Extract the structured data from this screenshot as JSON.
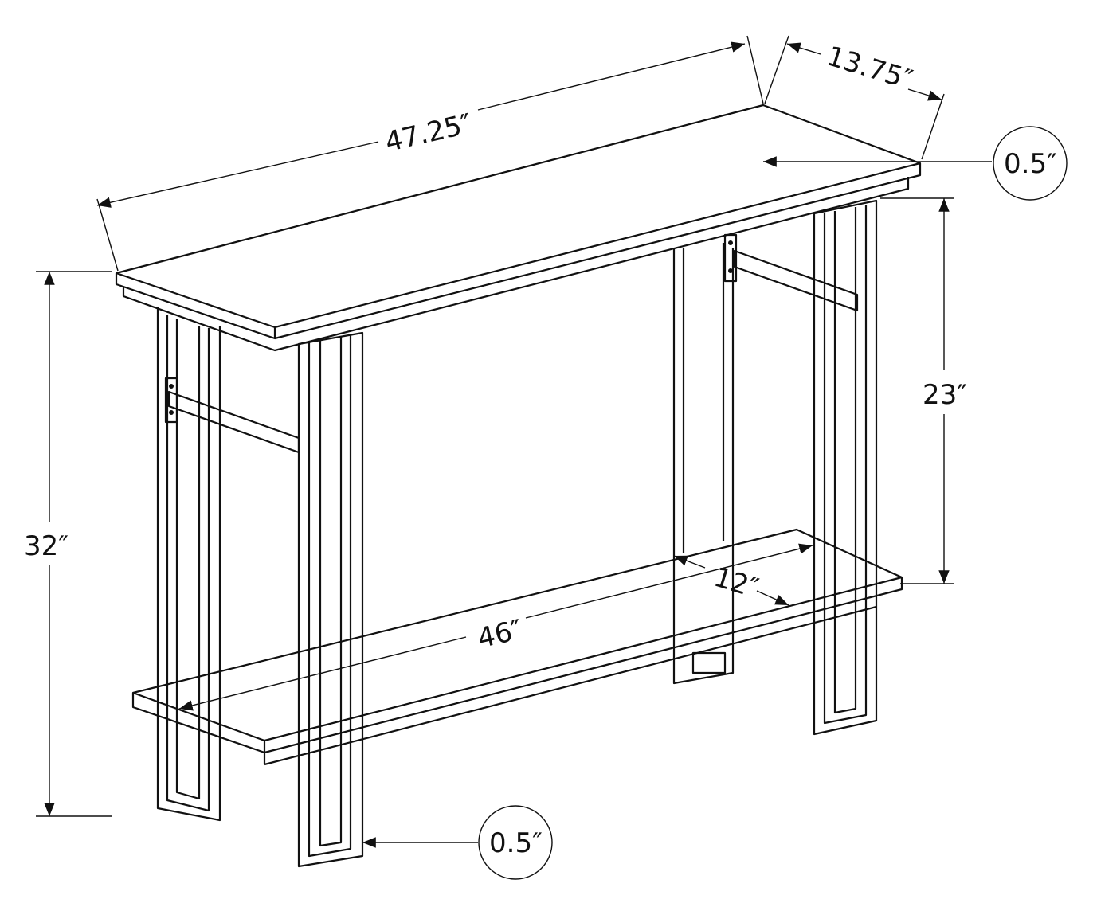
{
  "diagram": {
    "subject": "console-table",
    "dimensions": {
      "top_length": "47.25″",
      "top_depth": "13.75″",
      "top_thickness": "0.5″",
      "total_height": "32″",
      "shelf_clearance": "23″",
      "shelf_length": "46″",
      "shelf_depth": "12″",
      "leg_thickness": "0.5″"
    },
    "colors": {
      "line": "#111111",
      "background": "#ffffff"
    }
  }
}
